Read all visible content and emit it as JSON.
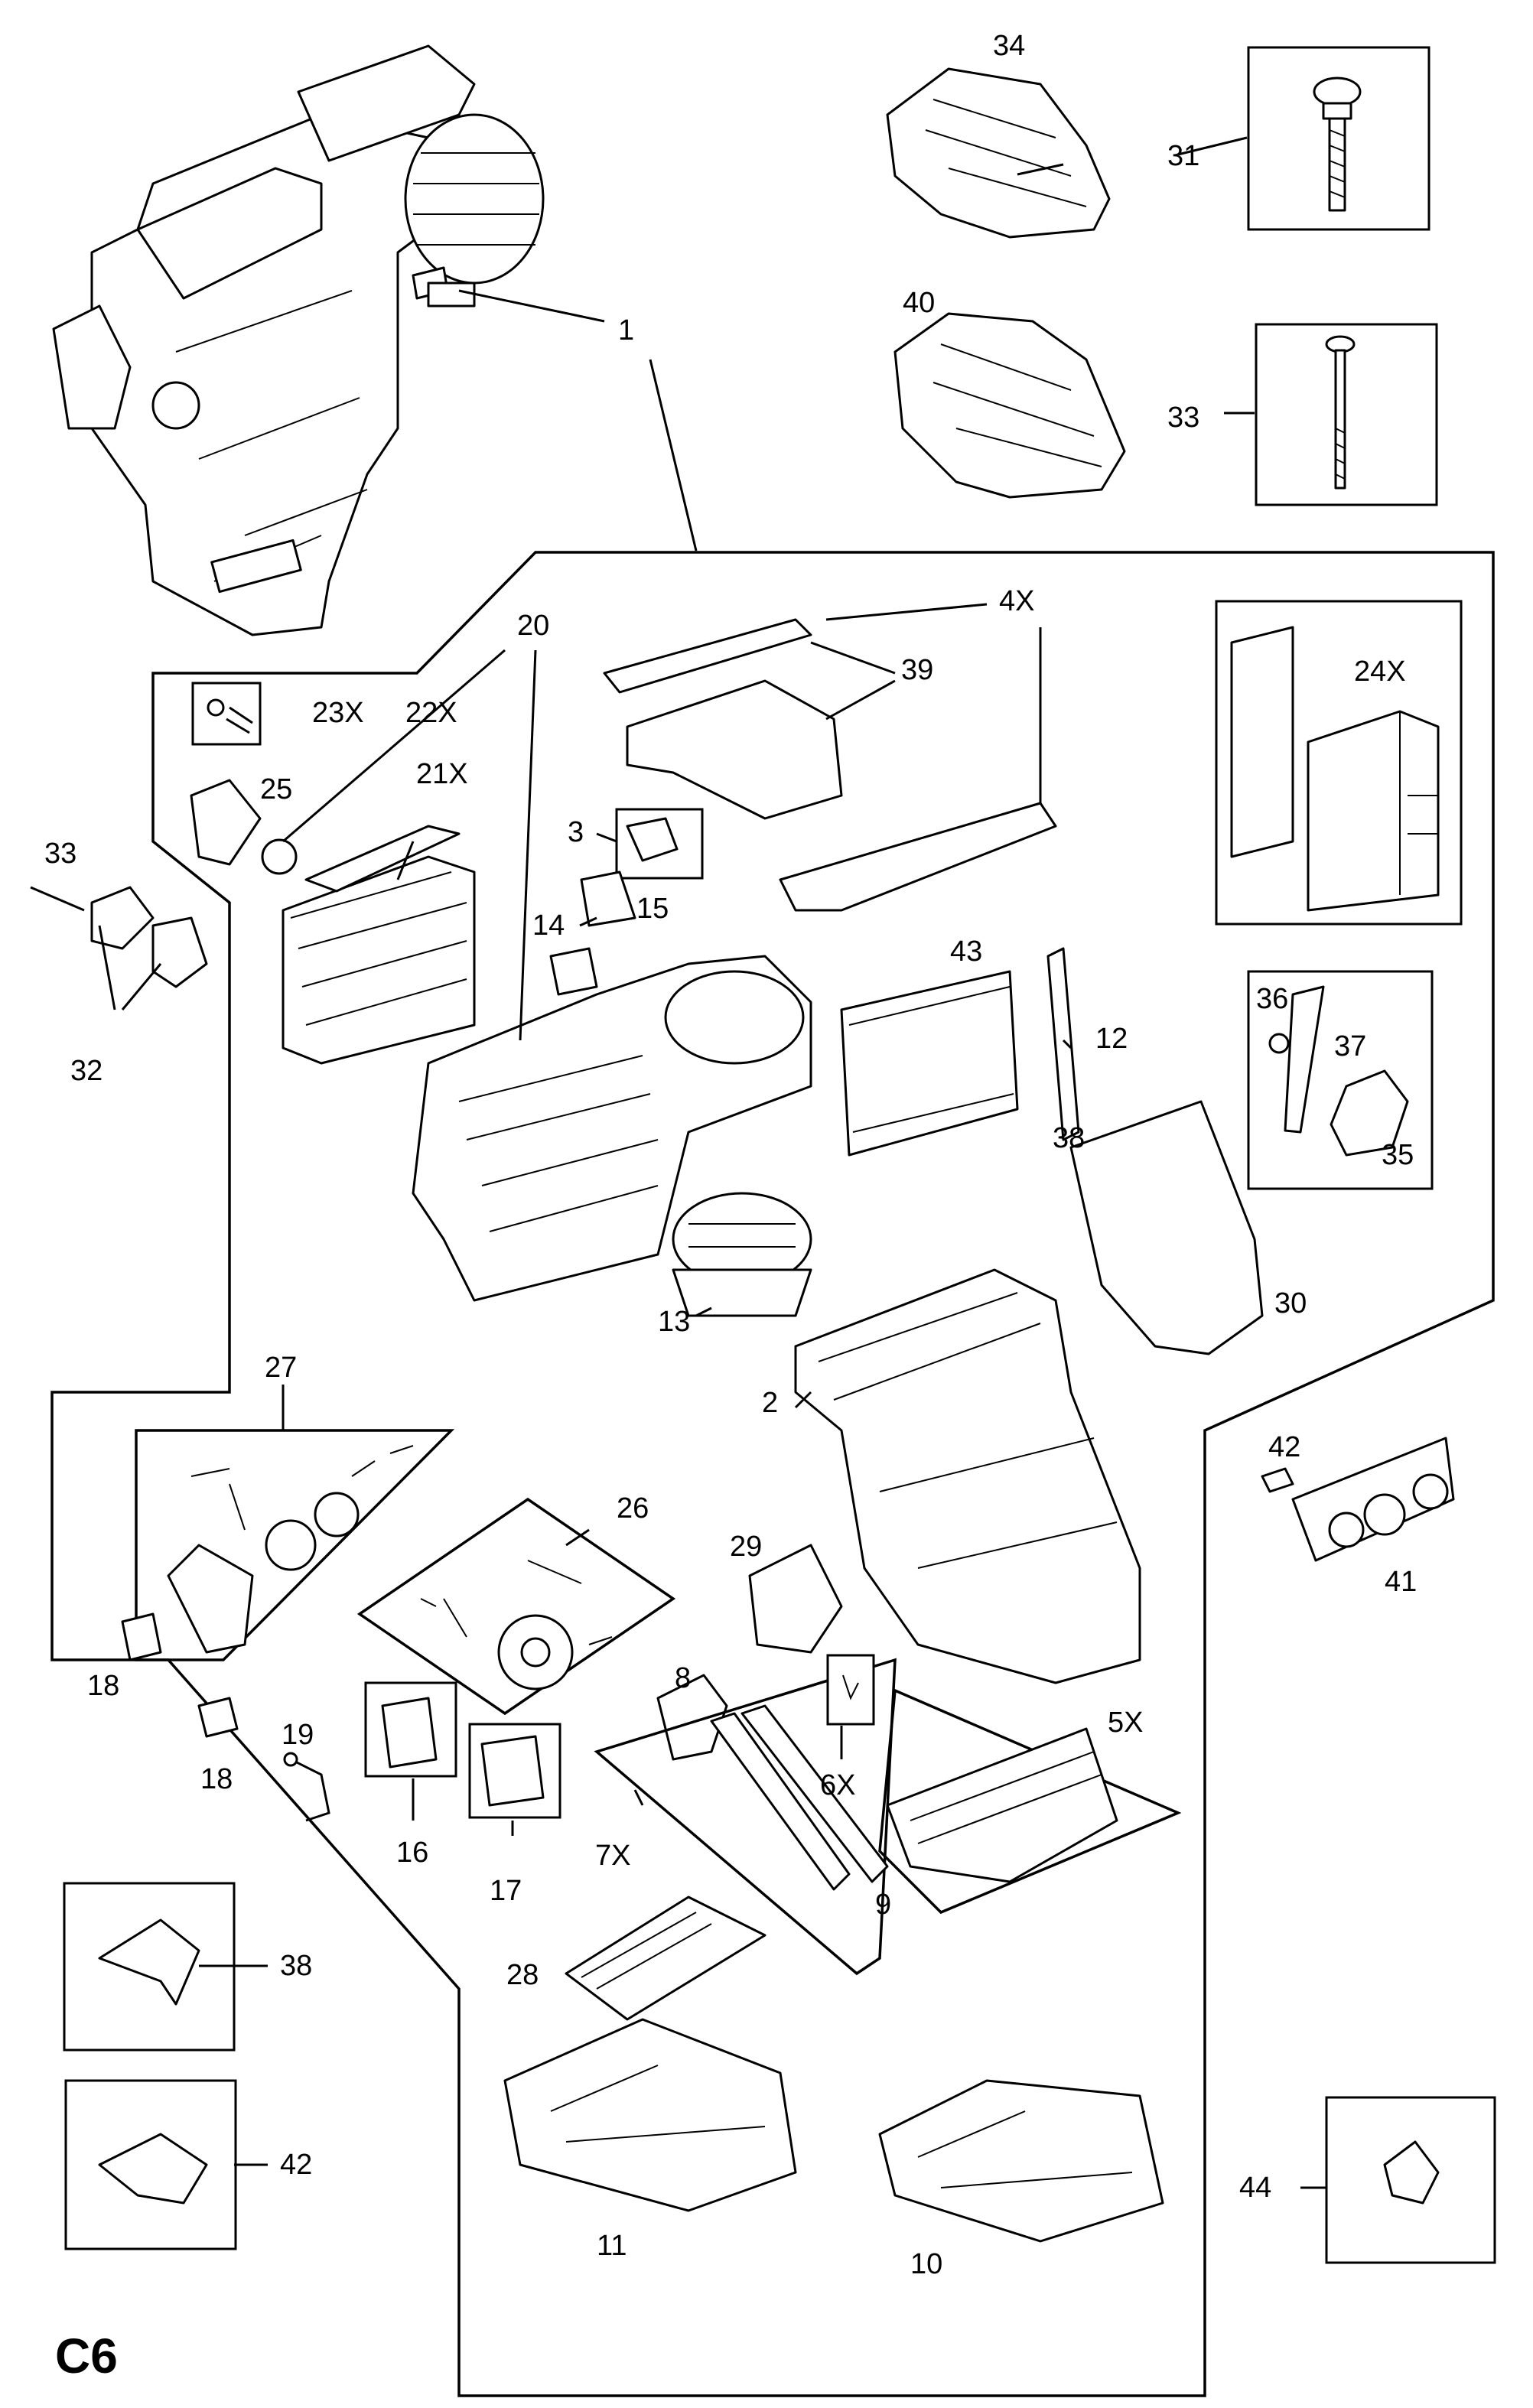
{
  "diagram": {
    "code": "C6",
    "labels": {
      "l1": "1",
      "l2": "2",
      "l3": "3",
      "l4x": "4X",
      "l5x": "5X",
      "l6x": "6X",
      "l7x": "7X",
      "l8": "8",
      "l9": "9",
      "l10": "10",
      "l11": "11",
      "l12": "12",
      "l13": "13",
      "l14": "14",
      "l15": "15",
      "l16": "16",
      "l17": "17",
      "l18a": "18",
      "l18b": "18",
      "l19": "19",
      "l20": "20",
      "l21x": "21X",
      "l22x": "22X",
      "l23x": "23X",
      "l24x": "24X",
      "l25": "25",
      "l26": "26",
      "l27": "27",
      "l28": "28",
      "l29": "29",
      "l30": "30",
      "l31": "31",
      "l32": "32",
      "l33a": "33",
      "l33b": "33",
      "l34": "34",
      "l35": "35",
      "l36": "36",
      "l37": "37",
      "l38a": "38",
      "l38b": "38",
      "l39": "39",
      "l40": "40",
      "l41": "41",
      "l42a": "42",
      "l42b": "42",
      "l43": "43",
      "l44": "44"
    }
  }
}
